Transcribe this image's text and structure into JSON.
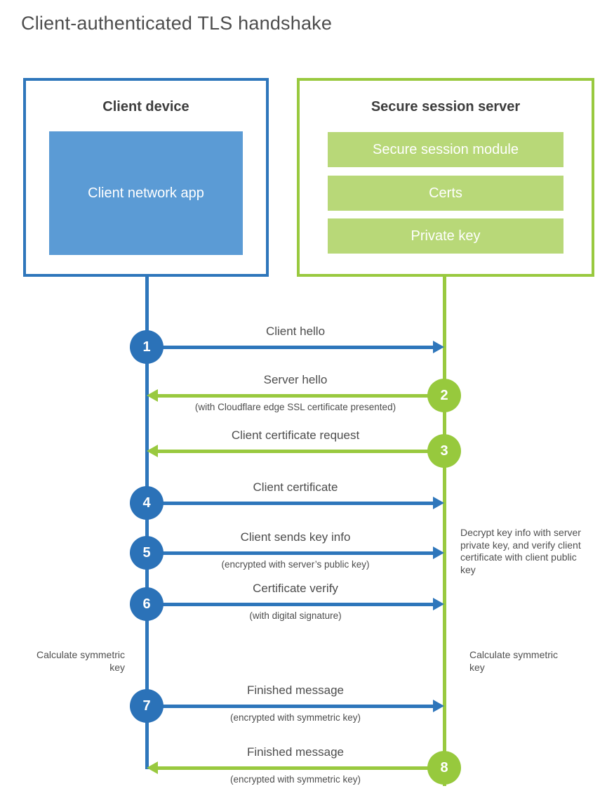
{
  "title": "Client-authenticated TLS handshake",
  "colors": {
    "blue_line": "#2e76bb",
    "blue_circle": "#2b72b8",
    "blue_fill": "#5b9bd5",
    "green_line": "#99c93f",
    "green_fill": "#b8d878",
    "heading_text": "#3d3d3d",
    "label_text": "#4d4d4d",
    "white_text": "#ffffff"
  },
  "client_box": {
    "title": "Client device",
    "app_label": "Client network app"
  },
  "server_box": {
    "title": "Secure session server",
    "modules": [
      "Secure session module",
      "Certs",
      "Private key"
    ]
  },
  "steps": [
    {
      "num": "1",
      "from": "client",
      "direction": "right",
      "label": "Client hello",
      "sublabel": ""
    },
    {
      "num": "2",
      "from": "server",
      "direction": "left",
      "label": "Server hello",
      "sublabel": "(with Cloudflare edge SSL certificate presented)"
    },
    {
      "num": "3",
      "from": "server",
      "direction": "left",
      "label": "Client certificate request",
      "sublabel": ""
    },
    {
      "num": "4",
      "from": "client",
      "direction": "right",
      "label": "Client certificate",
      "sublabel": ""
    },
    {
      "num": "5",
      "from": "client",
      "direction": "right",
      "label": "Client sends key info",
      "sublabel": "(encrypted with server’s public key)"
    },
    {
      "num": "6",
      "from": "client",
      "direction": "right",
      "label": "Certificate verify",
      "sublabel": "(with digital signature)"
    },
    {
      "num": "7",
      "from": "client",
      "direction": "right",
      "label": "Finished message",
      "sublabel": "(encrypted with symmetric key)"
    },
    {
      "num": "8",
      "from": "server",
      "direction": "left",
      "label": "Finished message",
      "sublabel": "(encrypted with symmetric key)"
    }
  ],
  "annotations": {
    "decrypt_note": "Decrypt key info with server private key, and verify client certificate with client public key",
    "calc_left": "Calculate symmetric key",
    "calc_right": "Calculate symmetric key"
  }
}
